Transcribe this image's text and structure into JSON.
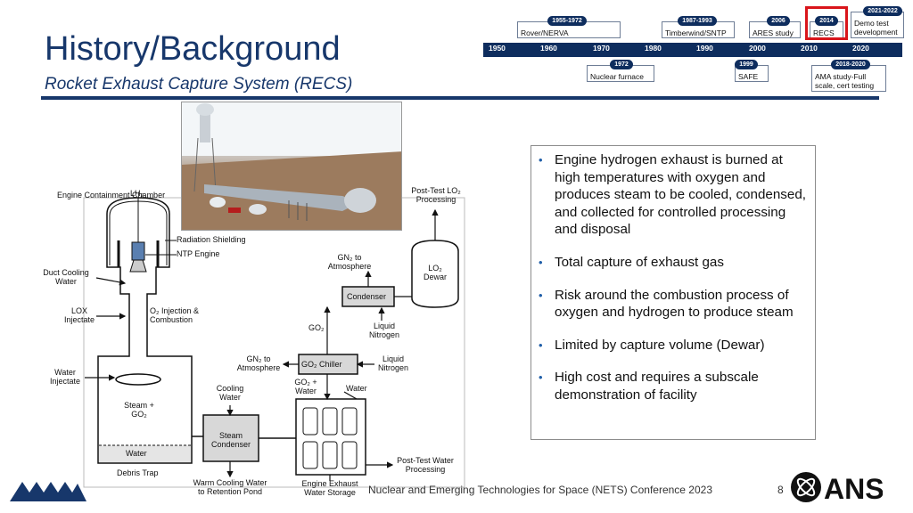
{
  "header": {
    "title": "History/Background",
    "subtitle": "Rocket Exhaust Capture System (RECS)"
  },
  "timeline": {
    "years": [
      "1950",
      "1960",
      "1970",
      "1980",
      "1990",
      "2000",
      "2010",
      "2020"
    ],
    "events_top": [
      {
        "date": "1955-1972",
        "label": "Rover/NERVA"
      },
      {
        "date": "1987-1993",
        "label": "Timberwind/SNTP"
      },
      {
        "date": "2006",
        "label": "ARES study"
      },
      {
        "date": "2014",
        "label": "RECS"
      },
      {
        "date": "2021-2022",
        "label": "Demo test development"
      }
    ],
    "events_bottom": [
      {
        "date": "1972",
        "label": "Nuclear furnace"
      },
      {
        "date": "1999",
        "label": "SAFE"
      },
      {
        "date": "2018-2020",
        "label": "AMA study-Full scale, cert testing"
      }
    ]
  },
  "diagram": {
    "labels": {
      "engine_chamber": "Engine Containment Chamber",
      "lh2": "LH₂",
      "radiation_shielding": "Radiation Shielding",
      "ntp_engine": "NTP Engine",
      "duct_cooling": "Duct Cooling Water",
      "lox_injectate": "LOX Injectate",
      "o2_injection": "O₂ Injection & Combustion",
      "water_injectate": "Water Injectate",
      "steam_go2": "Steam + GO₂",
      "water_pool": "Water",
      "debris_trap": "Debris Trap",
      "cooling_water": "Cooling Water",
      "steam_condenser": "Steam Condenser",
      "warm_cooling": "Warm Cooling Water to Retention Pond",
      "engine_exhaust_storage": "Engine Exhaust Water Storage",
      "post_test_water": "Post-Test Water Processing",
      "water": "Water",
      "go2_water": "GO₂ + Water",
      "go2_chiller": "GO₂ Chiller",
      "gn2_atm_1": "GN₂ to Atmosphere",
      "liquid_nitrogen_1": "Liquid Nitrogen",
      "go2": "GO₂",
      "condenser": "Condenser",
      "liquid_nitrogen_2": "Liquid Nitrogen",
      "gn2_atm_2": "GN₂ to Atmosphere",
      "lo2_dewar": "LO₂ Dewar",
      "post_test_lo2": "Post-Test LO₂ Processing"
    }
  },
  "bullets": [
    "Engine hydrogen exhaust is burned at high temperatures with oxygen and produces steam to be cooled, condensed, and collected for controlled processing and disposal",
    "Total capture of exhaust gas",
    "Risk around the combustion process of oxygen and hydrogen to produce steam",
    "Limited by capture volume (Dewar)",
    "High cost and requires a subscale demonstration of facility"
  ],
  "footer": {
    "conference": "Nuclear and Emerging Technologies for Space (NETS) Conference 2023",
    "page": "8",
    "logo_text": "ANS"
  },
  "colors": {
    "primary": "#17376b",
    "timeline_bar": "#0e2d5e",
    "highlight": "#d9151b",
    "bullet": "#1f5ea8"
  }
}
